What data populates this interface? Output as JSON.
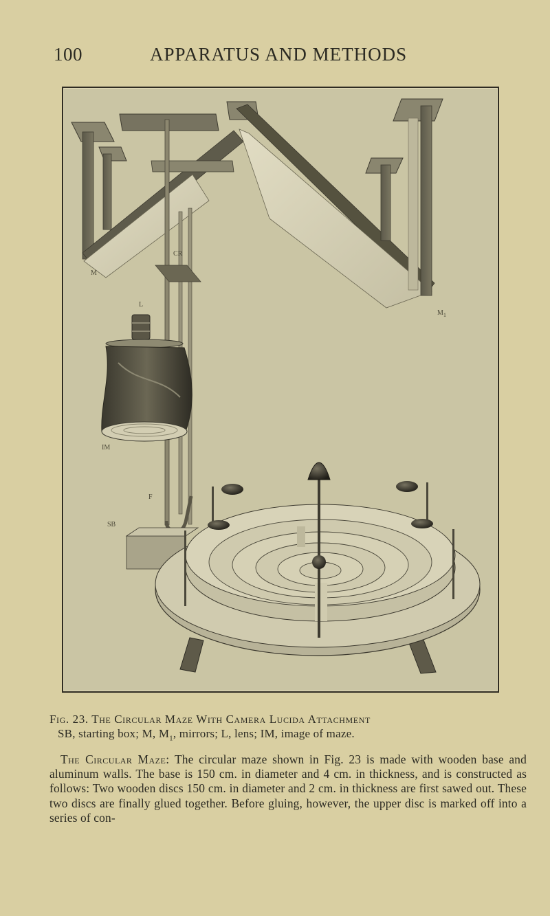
{
  "header": {
    "page_number": "100",
    "running_head": "APPARATUS AND METHODS"
  },
  "figure": {
    "labels": {
      "M": "M",
      "M1": "M",
      "M1_sub": "1",
      "CR": "CR",
      "L": "L",
      "IM": "IM",
      "F": "F",
      "SB": "SB"
    },
    "colors": {
      "paper": "#d9cfa2",
      "plate": "#cac5a4",
      "wood": "#6e6a55",
      "wood_dark": "#4e4b3c",
      "mirror": "#d8d4bc",
      "ink": "#2f2c22"
    }
  },
  "caption": {
    "title": "Fig. 23.  The Circular Maze With Camera Lucida Attachment",
    "legend_pre": "SB, starting box; M, M",
    "legend_sub": "1",
    "legend_post": ", mirrors; L, lens; IM, image of maze."
  },
  "body": {
    "lead_in": "The Circular Maze:",
    "text": "  The circular maze shown in Fig. 23 is made with wooden base and aluminum walls. The base is 150 cm. in diameter and 4 cm. in thickness, and is constructed as follows: Two wooden discs 150 cm. in diameter and 2 cm. in thickness are first sawed out. These two discs are finally glued together. Before gluing, however, the upper disc is marked off into a series of con-"
  }
}
